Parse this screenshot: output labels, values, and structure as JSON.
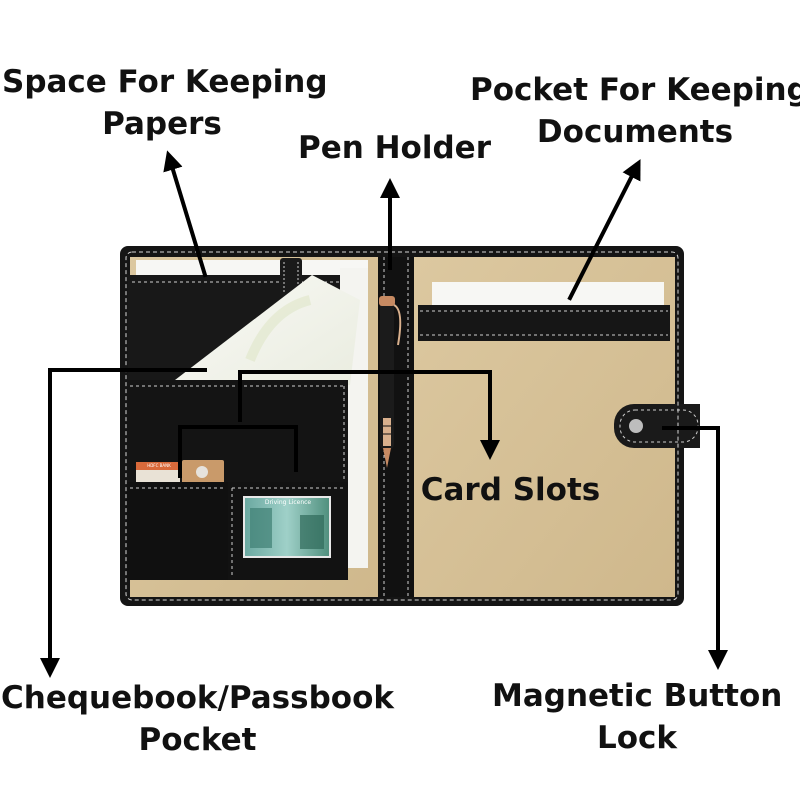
{
  "labels": {
    "papers": [
      "Space For Keeping",
      "Papers"
    ],
    "pen_holder": [
      "Pen Holder"
    ],
    "documents": [
      "Pocket For Keeping",
      "Documents"
    ],
    "card_slots": [
      "Card Slots"
    ],
    "chequebook": [
      "Chequebook/Passbook",
      "Pocket"
    ],
    "magnetic": [
      "Magnetic Button",
      "Lock"
    ]
  },
  "card_texts": {
    "bank_card": "HDFC BANK",
    "photo_id": "Driving Licence"
  },
  "colors": {
    "leather_black": "#151515",
    "inner_tan": "#d9c49b",
    "stitch": "#cfcfcf",
    "arrow": "#000000",
    "paper": "#f7f7f4"
  }
}
